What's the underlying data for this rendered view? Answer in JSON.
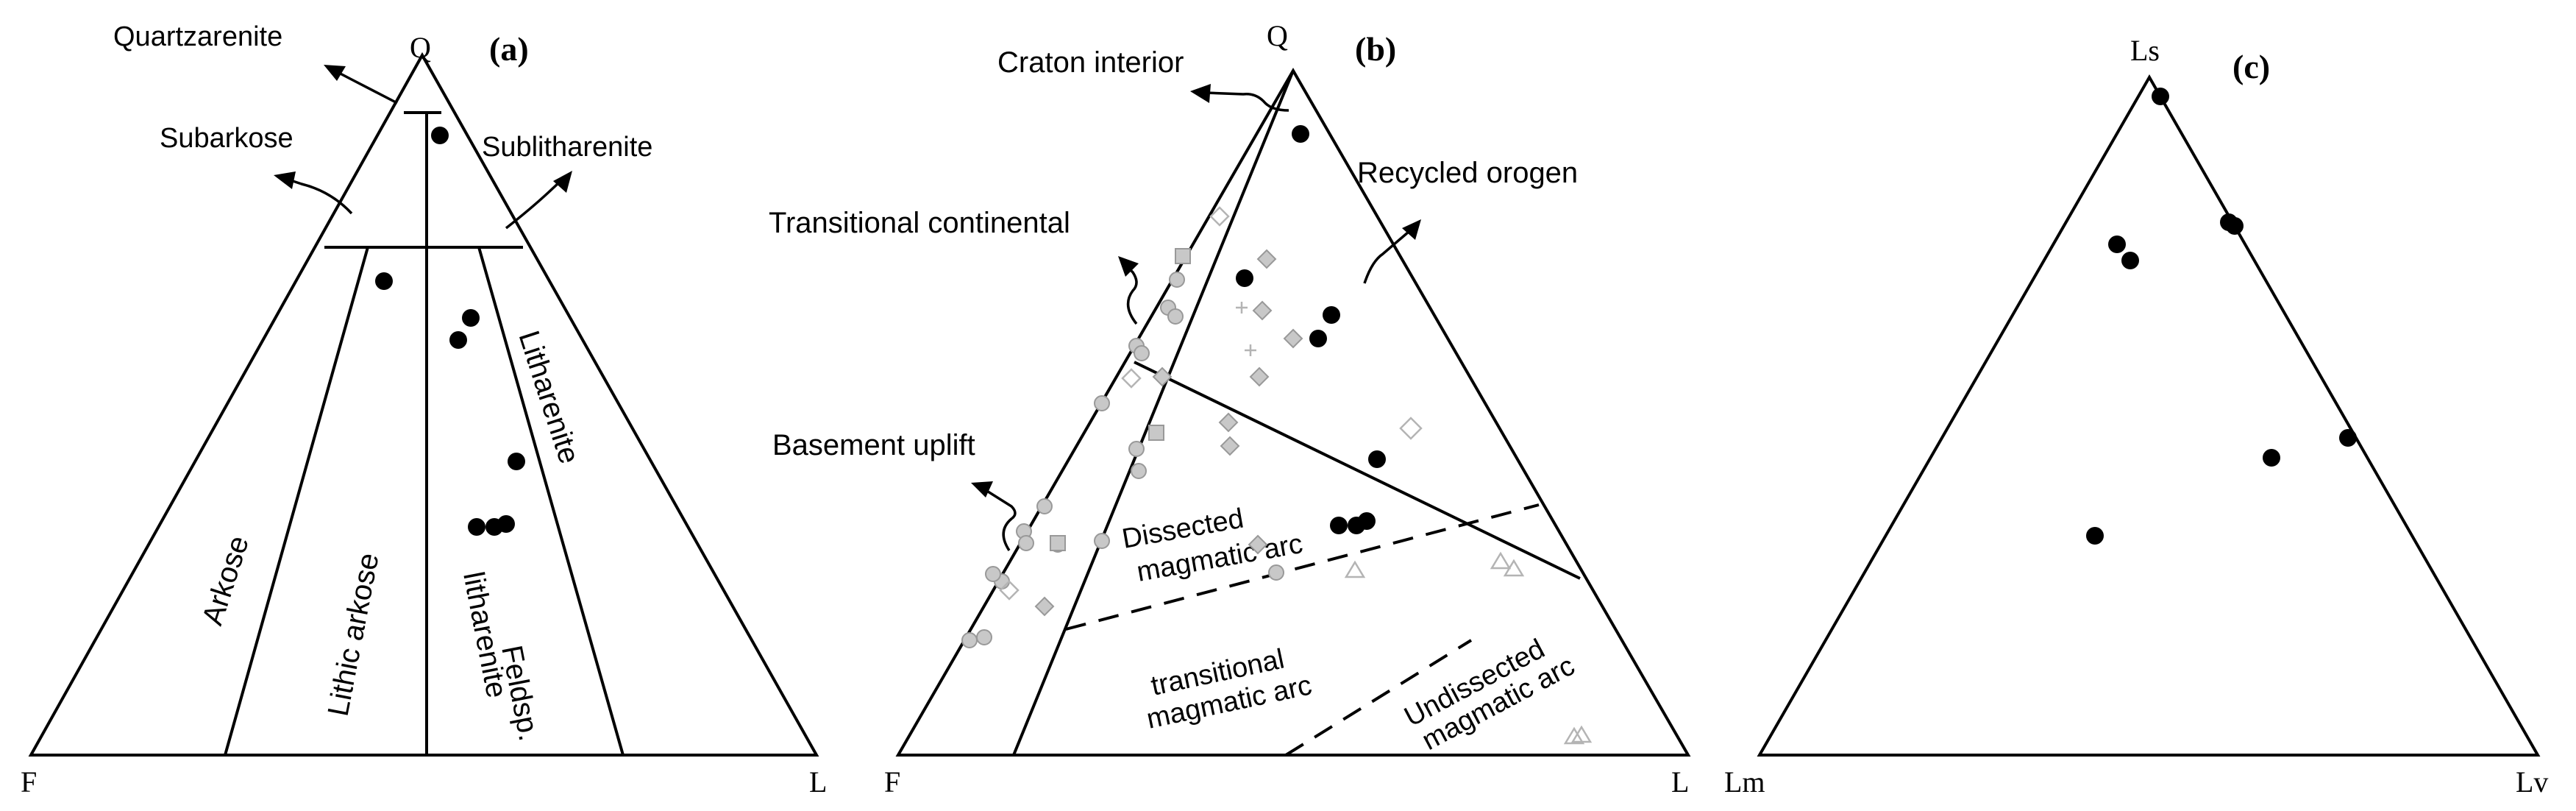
{
  "panel_a": {
    "panel_label": "(a)",
    "vertices": {
      "top": "Q",
      "left": "F",
      "right": "L"
    },
    "fields": {
      "quartzarenite": "Quartzarenite",
      "subarkose": "Subarkose",
      "sublitharenite": "Sublitharenite",
      "arkose": "Arkose",
      "lithic_arkose": "Lithic arkose",
      "feldsp_litharenite_1": "Feldsp.",
      "feldsp_litharenite_2": "litharenite",
      "litharenite": "Litharenite"
    }
  },
  "panel_b": {
    "panel_label": "(b)",
    "vertices": {
      "top": "Q",
      "left": "F",
      "right": "L"
    },
    "fields": {
      "craton_interior": "Craton interior",
      "transitional_continental": "Transitional continental",
      "recycled_orogen": "Recycled orogen",
      "basement_uplift": "Basement uplift",
      "dissected_arc_1": "Dissected",
      "dissected_arc_2": "magmatic arc",
      "transitional_arc_1": "transitional",
      "transitional_arc_2": "magmatic arc",
      "undissected_arc_1": "Undissected",
      "undissected_arc_2": "magmatic arc"
    }
  },
  "panel_c": {
    "panel_label": "(c)",
    "vertices": {
      "top": "Ls",
      "left": "Lm",
      "right": "Lv"
    }
  },
  "colors": {
    "line": "#000000",
    "sample_point": "#000000",
    "reference_point": "#bdbdbd"
  }
}
